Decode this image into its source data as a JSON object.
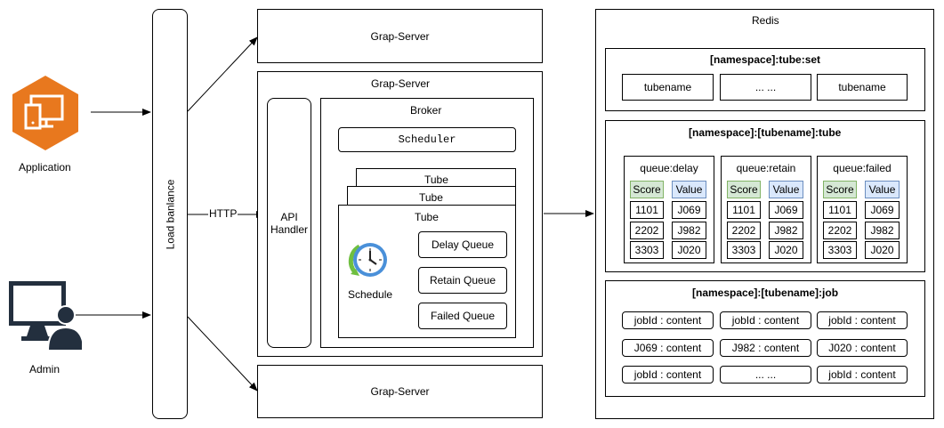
{
  "clients": {
    "application_label": "Application",
    "admin_label": "Admin"
  },
  "load_balancer": {
    "label": "Load banlance"
  },
  "protocol": {
    "label": "HTTP"
  },
  "grap_servers": {
    "top": "Grap-Server",
    "middle": "Grap-Server",
    "bottom": "Grap-Server"
  },
  "api_handler": {
    "line1": "API",
    "line2": "Handler"
  },
  "broker": {
    "title": "Broker",
    "scheduler": "Scheduler",
    "tubes": [
      "Tube",
      "Tube",
      "Tube"
    ],
    "schedule_label": "Schedule",
    "queues": [
      "Delay Queue",
      "Retain Queue",
      "Failed Queue"
    ]
  },
  "redis": {
    "title": "Redis",
    "tube_set": {
      "title": "[namespace]:tube:set",
      "items": [
        "tubename",
        "... ...",
        "tubename"
      ]
    },
    "tube": {
      "title": "[namespace]:[tubename]:tube",
      "queues": [
        {
          "name": "queue:delay",
          "score_header": "Score",
          "value_header": "Value",
          "rows": [
            [
              "1101",
              "J069"
            ],
            [
              "2202",
              "J982"
            ],
            [
              "3303",
              "J020"
            ]
          ]
        },
        {
          "name": "queue:retain",
          "score_header": "Score",
          "value_header": "Value",
          "rows": [
            [
              "1101",
              "J069"
            ],
            [
              "2202",
              "J982"
            ],
            [
              "3303",
              "J020"
            ]
          ]
        },
        {
          "name": "queue:failed",
          "score_header": "Score",
          "value_header": "Value",
          "rows": [
            [
              "1101",
              "J069"
            ],
            [
              "2202",
              "J982"
            ],
            [
              "3303",
              "J020"
            ]
          ]
        }
      ]
    },
    "job": {
      "title": "[namespace]:[tubename]:job",
      "rows": [
        [
          "jobId : content",
          "jobId : content",
          "jobId : content"
        ],
        [
          "J069 : content",
          "J982 : content",
          "J020 : content"
        ],
        [
          "jobId : content",
          "... ...",
          "jobId : content"
        ]
      ]
    }
  },
  "colors": {
    "app_icon": "#e8781e",
    "score_header_fill": "#d5e8d4",
    "value_header_fill": "#dae8fc",
    "clock_ring": "#4a90d9",
    "clock_arc": "#6fbf40"
  }
}
